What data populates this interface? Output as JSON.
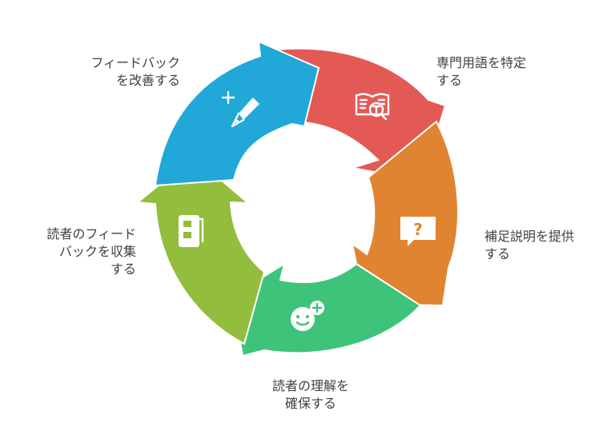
{
  "colors": {
    "red": "#e35a55",
    "orange": "#e08432",
    "green_teal": "#3ec47a",
    "green_lime": "#93bd3d",
    "blue": "#21a7d8",
    "label": "#3f3f3f",
    "icon": "#ffffff"
  },
  "cycle": [
    {
      "id": "identify-terms",
      "color_key": "red",
      "icon": "book-magnifier-icon",
      "label_lines": [
        "専門用語を特定",
        "する"
      ]
    },
    {
      "id": "provide-explanation",
      "color_key": "orange",
      "icon": "question-bubble-icon",
      "label_lines": [
        "補足説明を提供",
        "する"
      ]
    },
    {
      "id": "ensure-understanding",
      "color_key": "green_teal",
      "icon": "smiley-plus-icon",
      "label_lines": [
        "読者の理解を",
        "確保する"
      ]
    },
    {
      "id": "collect-feedback",
      "color_key": "green_lime",
      "icon": "feedback-form-icon",
      "label_lines": [
        "読者のフィード",
        "バックを収集",
        "する"
      ]
    },
    {
      "id": "improve-feedback",
      "color_key": "blue",
      "icon": "pen-plus-icon",
      "label_lines": [
        "フィードバック",
        "を改善する"
      ]
    }
  ]
}
